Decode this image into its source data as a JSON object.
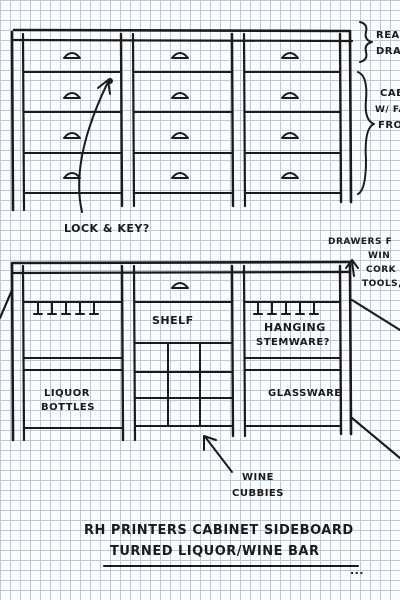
{
  "labels": {
    "real_drawers_1": "REAL",
    "real_drawers_2": "DRAWE",
    "cabinet_1": "CABI",
    "cabinet_2": "W/ FAUX",
    "cabinet_3": "FRONT",
    "lock_key": "LOCK & KEY?",
    "drawers_1": "DRAWERS F",
    "drawers_2": "WIN",
    "drawers_3": "CORK",
    "drawers_4": "TOOLS,",
    "shelf": "SHELF",
    "hanging_1": "HANGING",
    "hanging_2": "STEMWARE?",
    "liquor_1": "LIQUOR",
    "liquor_2": "BOTTLES",
    "glassware": "GLASSWARE",
    "wine_1": "WINE",
    "wine_2": "CUBBIES",
    "title_1": "RH PRINTERS CABINET SIDEBOARD",
    "title_2": "TURNED LIQUOR/WINE BAR",
    "ellipsis": "..."
  }
}
